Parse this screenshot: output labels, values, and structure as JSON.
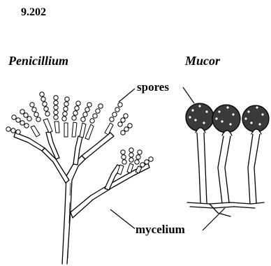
{
  "figure": {
    "number": "9.202"
  },
  "titles": {
    "left": "Penicillium",
    "right": "Mucor"
  },
  "labels": {
    "spores": "spores",
    "mycelium": "mycelium"
  }
}
